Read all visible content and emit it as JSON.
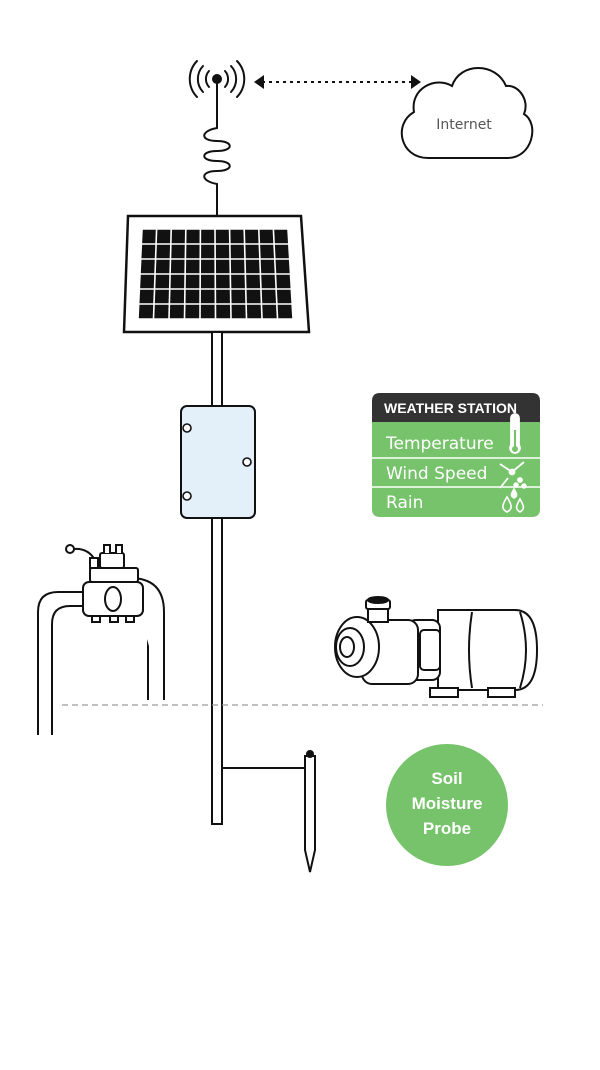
{
  "cloud": {
    "label": "Internet"
  },
  "weather_station": {
    "title": "WEATHER STATION",
    "rows": [
      {
        "label": "Temperature",
        "icon": "thermometer-icon"
      },
      {
        "label": "Wind Speed",
        "icon": "anemometer-icon"
      },
      {
        "label": "Rain",
        "icon": "raindrops-icon"
      }
    ]
  },
  "probe": {
    "line1": "Soil",
    "line2": "Moisture",
    "line3": "Probe"
  },
  "colors": {
    "green": "#77c36b",
    "dark_header": "#333333",
    "enclosure_fill": "#e3f0fa",
    "line": "#111111",
    "ground_line": "#9a9a9a"
  }
}
